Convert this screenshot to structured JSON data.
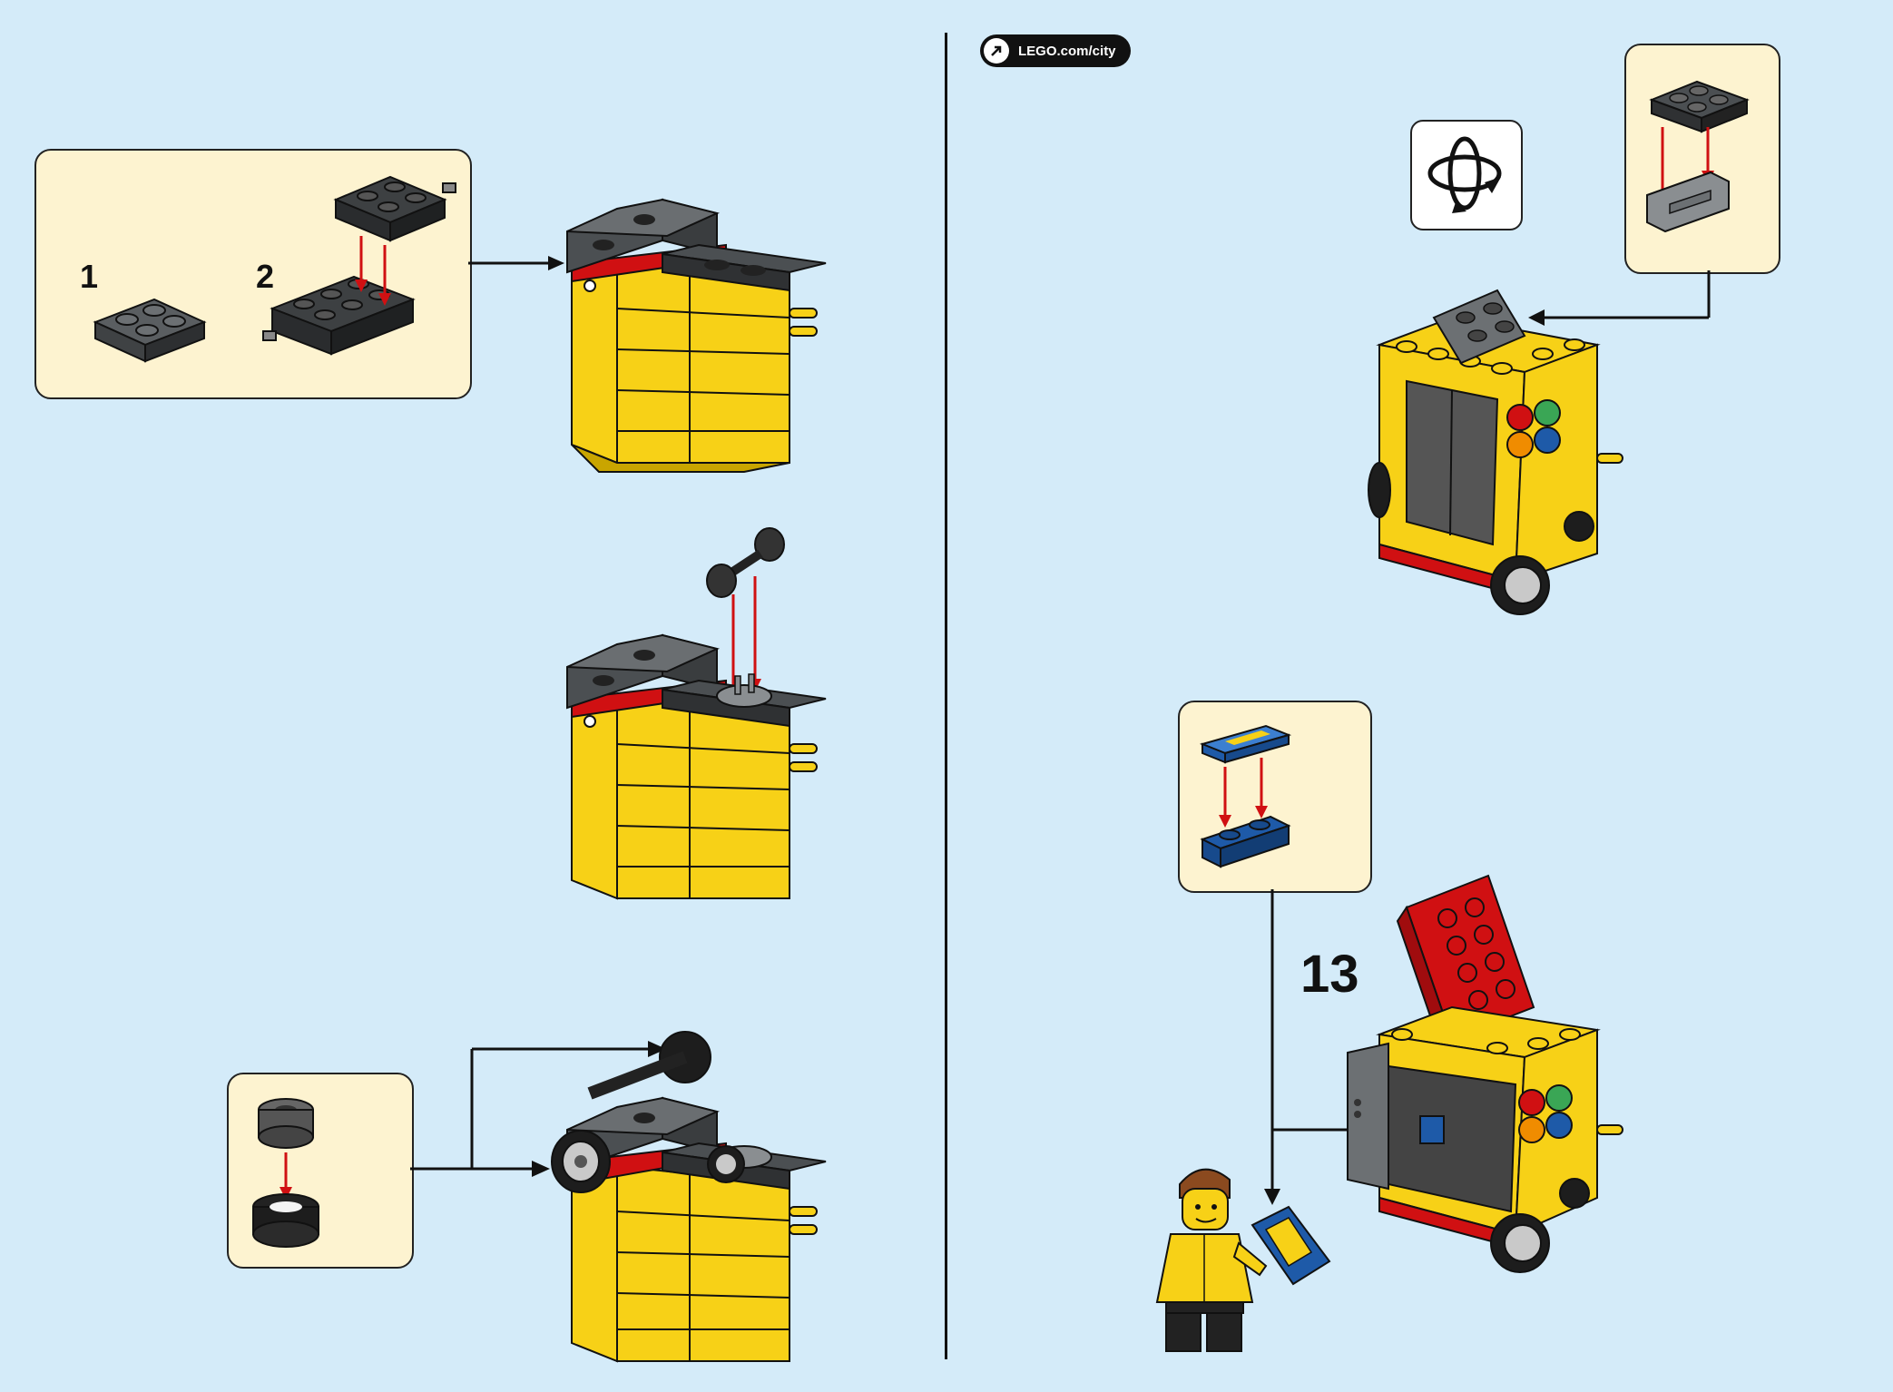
{
  "header": {
    "link_text": "LEGO.com/city",
    "link_icon": "arrow-icon"
  },
  "steps": {
    "step_13": "13",
    "sub_1": "1",
    "sub_2": "2"
  },
  "icons": {
    "rotate": "rotate-model-icon"
  },
  "colors": {
    "background": "#d4ebf9",
    "callout": "#fdf3d0",
    "brick_yellow": "#f7d117",
    "brick_red": "#d01012",
    "brick_dark_gray": "#4b4f52",
    "brick_blue": "#1e5aa8",
    "arrow_red": "#d01012"
  }
}
